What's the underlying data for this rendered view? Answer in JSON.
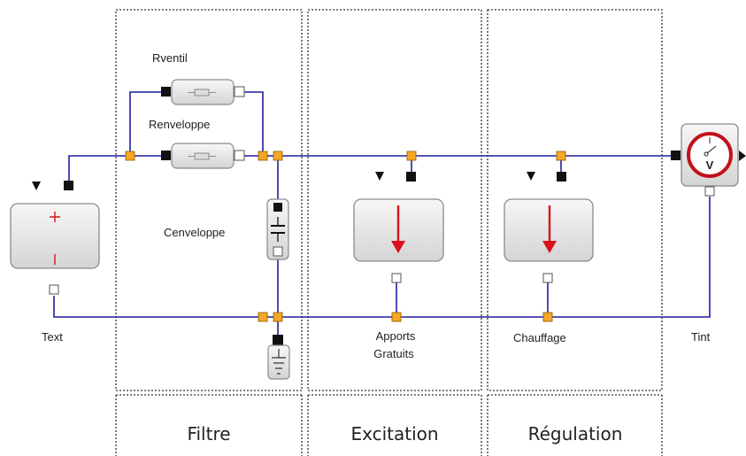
{
  "components": {
    "rventil": "Rventil",
    "renveloppe": "Renveloppe",
    "cenveloppe": "Cenveloppe",
    "text": "Text",
    "apports_line1": "Apports",
    "apports_line2": "Gratuits",
    "chauffage": "Chauffage",
    "tint": "Tint"
  },
  "sections": [
    "Filtre",
    "Excitation",
    "Régulation"
  ],
  "colors": {
    "wire": "#1f1fa0",
    "node": "#f5a623",
    "arrow": "#d9121b",
    "box_border": "#8a8a8a",
    "box_fill": "#e6e6e6"
  }
}
